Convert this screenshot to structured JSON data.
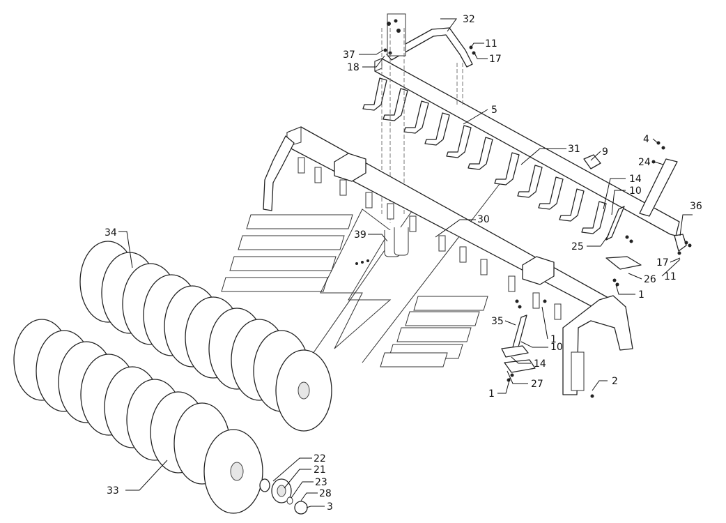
{
  "callouts": [
    {
      "text": "32"
    },
    {
      "text": "11"
    },
    {
      "text": "17"
    },
    {
      "text": "37"
    },
    {
      "text": "18"
    },
    {
      "text": "5"
    },
    {
      "text": "4"
    },
    {
      "text": "31"
    },
    {
      "text": "9"
    },
    {
      "text": "24"
    },
    {
      "text": "14"
    },
    {
      "text": "10"
    },
    {
      "text": "36"
    },
    {
      "text": "39"
    },
    {
      "text": "30"
    },
    {
      "text": "34"
    },
    {
      "text": "25"
    },
    {
      "text": "17"
    },
    {
      "text": "11"
    },
    {
      "text": "26"
    },
    {
      "text": "1"
    },
    {
      "text": "35"
    },
    {
      "text": "1"
    },
    {
      "text": "10"
    },
    {
      "text": "14"
    },
    {
      "text": "27"
    },
    {
      "text": "1"
    },
    {
      "text": "2"
    },
    {
      "text": "22"
    },
    {
      "text": "21"
    },
    {
      "text": "23"
    },
    {
      "text": "28"
    },
    {
      "text": "3"
    },
    {
      "text": "33"
    }
  ]
}
